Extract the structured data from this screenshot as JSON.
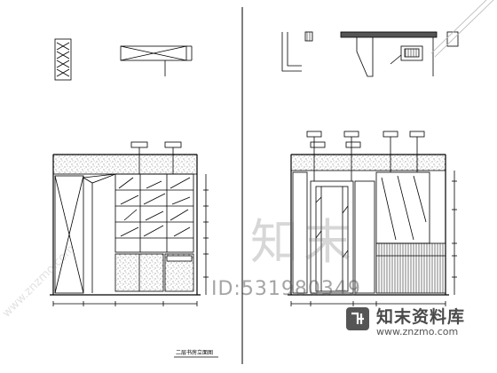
{
  "watermark": {
    "big_text": "知末",
    "id_text": "ID:531980349",
    "url_diagonal": "www.znzmo.com",
    "brand_name": "知末资料库",
    "brand_url": "www.znzmo.com"
  },
  "drawing": {
    "left_elevation_title": "二层书房立面图",
    "colors": {
      "line": "#000000",
      "hatch": "#333333",
      "watermark": "#9a9a9a"
    }
  }
}
